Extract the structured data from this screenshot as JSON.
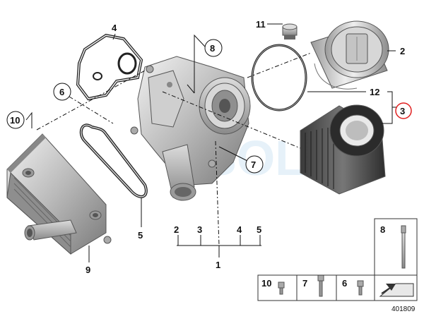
{
  "diagram_number": "401809",
  "watermark_text": "SOL",
  "highlight_color": "#e02020",
  "callouts": {
    "c1": "1",
    "c2": "2",
    "c3": "3",
    "c4": "4",
    "c5": "5",
    "c6": "6",
    "c7": "7",
    "c8": "8",
    "c9": "9",
    "c10": "10",
    "c11": "11",
    "c12": "12"
  },
  "group_labels": [
    "2",
    "3",
    "4",
    "5"
  ],
  "legend": {
    "bolt_8": "8",
    "bolt_10": "10",
    "bolt_7": "7",
    "bolt_6": "6"
  },
  "parts": [
    {
      "icon": "oil-cooler-icon"
    },
    {
      "icon": "oil-filter-housing-icon"
    },
    {
      "icon": "filter-cap-icon"
    },
    {
      "icon": "filter-element-icon"
    },
    {
      "icon": "o-ring-icon"
    },
    {
      "icon": "gasket-icon"
    },
    {
      "icon": "plug-icon"
    },
    {
      "icon": "bolt-icon"
    }
  ]
}
